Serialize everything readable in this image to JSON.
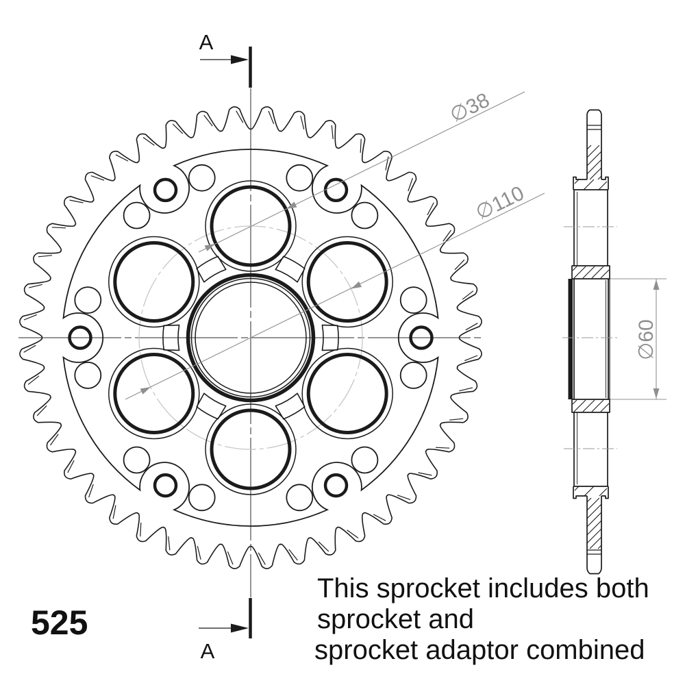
{
  "drawing": {
    "type": "sprocket technical drawing",
    "front_view": {
      "section_label_top": "A",
      "section_label_bottom": "A",
      "dim_hole_diameter": "∅38",
      "dim_bolt_circle_diameter": "∅110",
      "teeth_count": 44,
      "hub_bolt_holes": 6,
      "adaptor_small_holes": 6,
      "adaptor_medium_holes": 12
    },
    "side_view": {
      "dim_center_bore": "∅60"
    },
    "chain_size": "525",
    "note_lines": [
      "This sprocket includes both",
      "sprocket and",
      "sprocket adaptor combined"
    ],
    "colors": {
      "line": "#1b1b1b",
      "dim": "#8f8f8f",
      "centerline": "#2a2a2a",
      "bolt_circle": "#c6c6c6",
      "dashdot": "#9a9a9a"
    }
  }
}
